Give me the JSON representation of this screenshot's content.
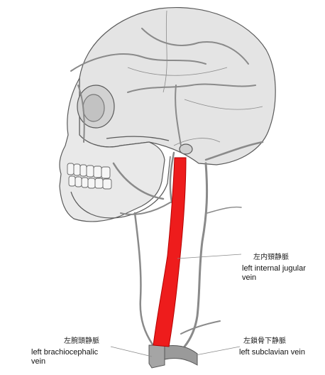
{
  "labels": {
    "internal_jugular": {
      "ja": "左内頸静脈",
      "en_line1": "left internal jugular",
      "en_line2": "vein"
    },
    "brachiocephalic": {
      "ja": "左腕頭静脈",
      "en_line1": "left brachiocephalic",
      "en_line2": "vein"
    },
    "subclavian": {
      "ja": "左鎖骨下静脈",
      "en_line1": "left subclavian vein"
    }
  },
  "colors": {
    "highlight_vein": "#ee1c1c",
    "other_veins": "#8a8a8a",
    "skull_fill": "#e6e6e6",
    "skull_outline": "#5a5a5a"
  }
}
